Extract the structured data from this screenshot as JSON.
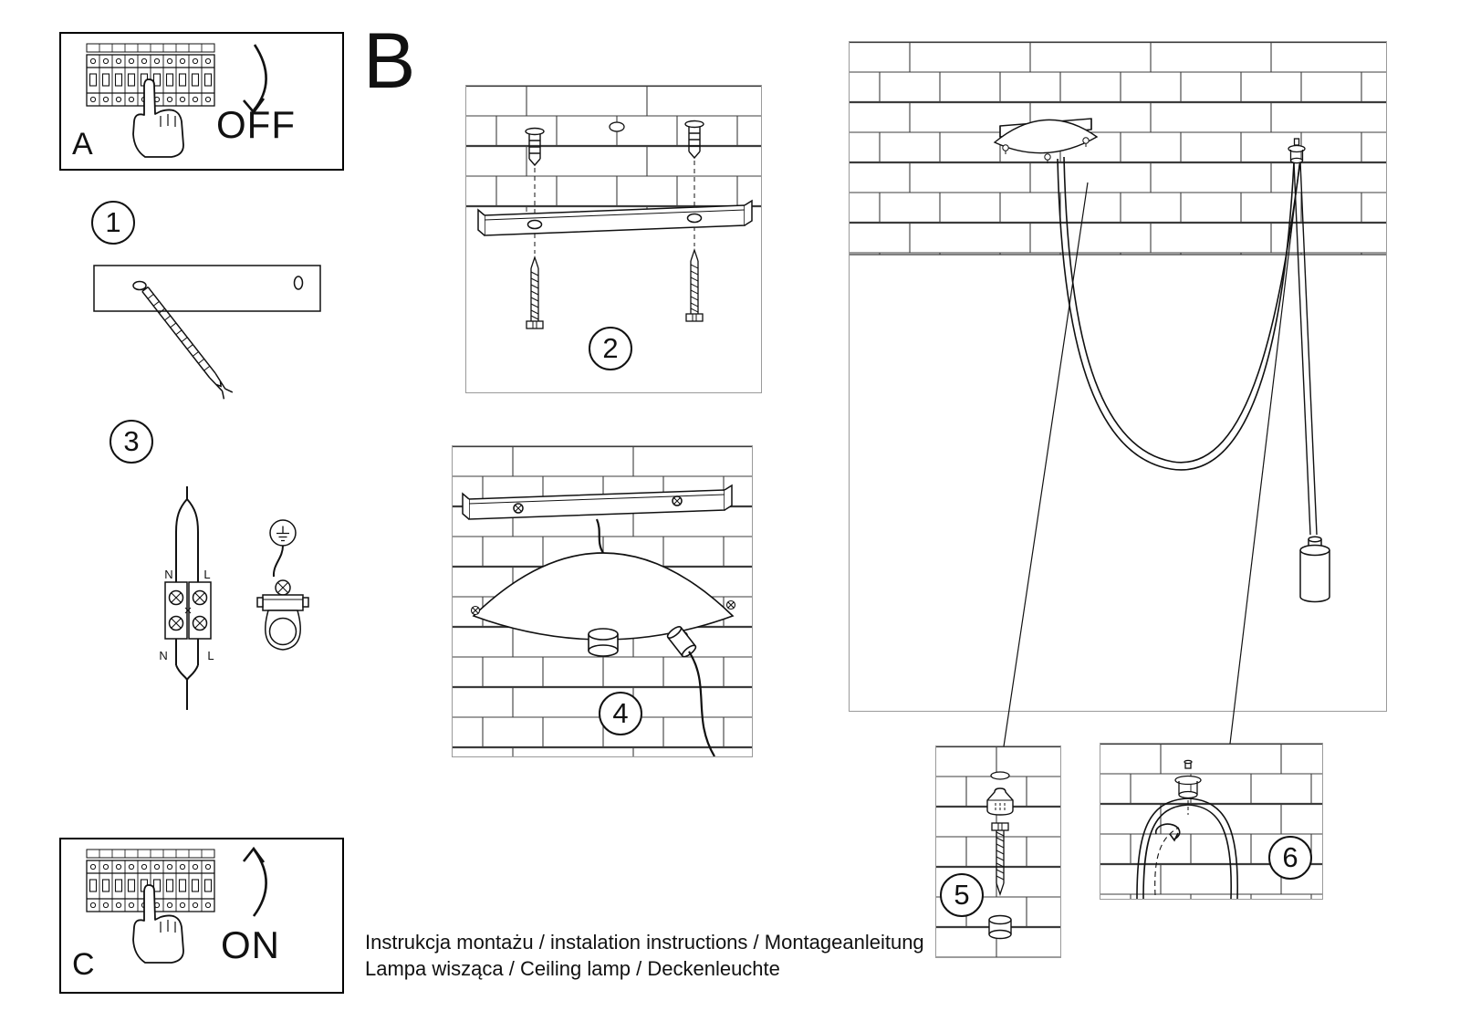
{
  "colors": {
    "ink": "#111111",
    "panel_border": "#9a9a9a"
  },
  "panel_a": {
    "letter": "A",
    "state_label": "OFF"
  },
  "panel_c": {
    "letter": "C",
    "state_label": "ON"
  },
  "section_label": "B",
  "step_numbers": {
    "n1": "1",
    "n2": "2",
    "n3": "3",
    "n4": "4",
    "n5": "5",
    "n6": "6"
  },
  "wiring_labels": {
    "top_left": "N",
    "top_right": "L",
    "bottom_left": "N",
    "bottom_right": "L"
  },
  "footer": {
    "line1": "Instrukcja montażu / instalation instructions / Montageanleitung",
    "line2": "Lampa wisząca / Ceiling lamp / Deckenleuchte"
  }
}
